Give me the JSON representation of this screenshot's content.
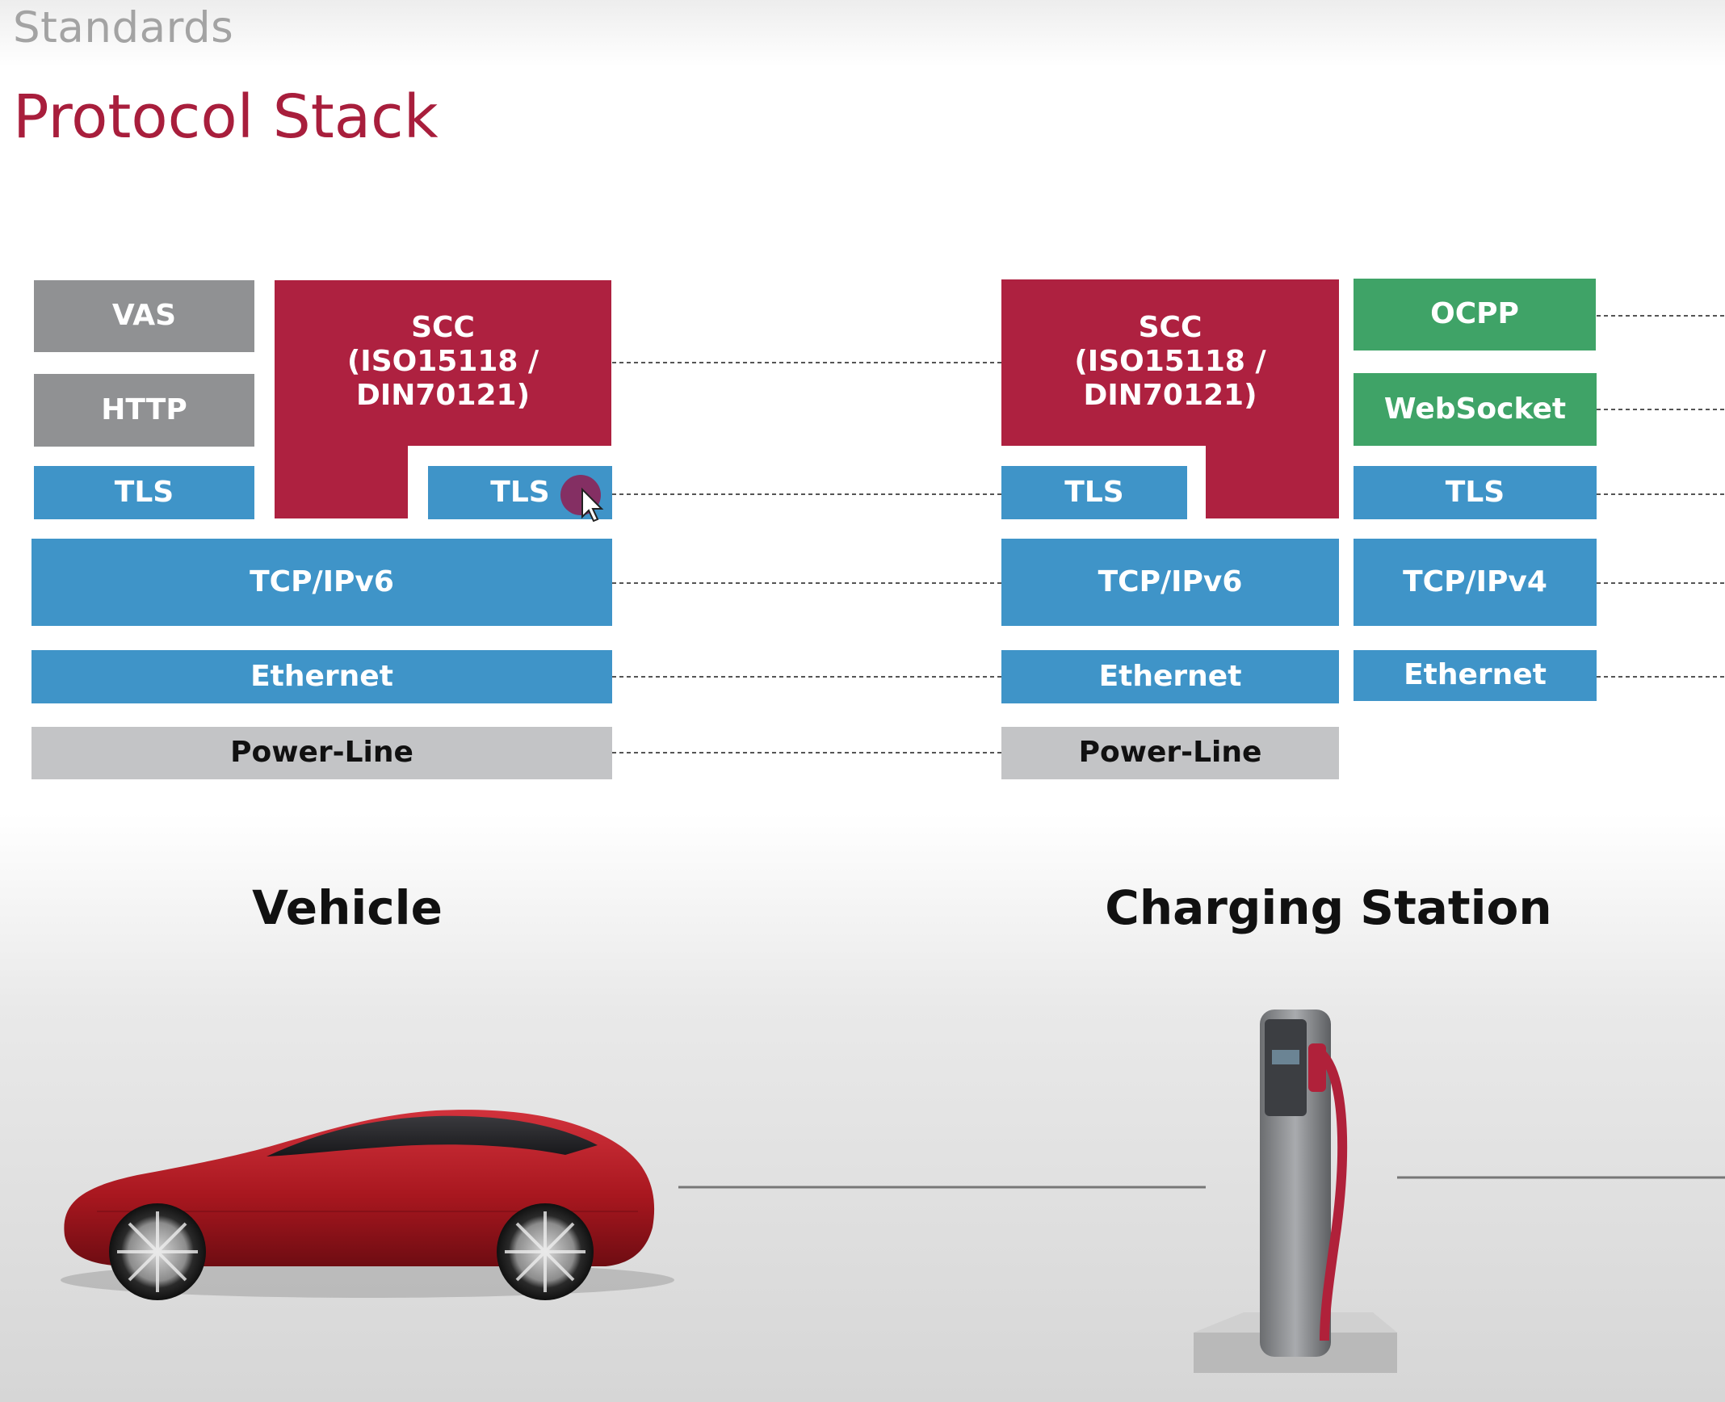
{
  "header": {
    "section": "Standards",
    "title": "Protocol Stack"
  },
  "vehicle": {
    "caption": "Vehicle",
    "vas": "VAS",
    "http": "HTTP",
    "tls_left": "TLS",
    "scc": [
      "SCC",
      "(ISO15118 /",
      "DIN70121)"
    ],
    "tls_scc": "TLS",
    "tcp": "TCP/IPv6",
    "ethernet": "Ethernet",
    "powerline": "Power-Line"
  },
  "station": {
    "caption": "Charging Station",
    "scc": [
      "SCC",
      "(ISO15118 /",
      "DIN70121)"
    ],
    "tls_scc": "TLS",
    "tcp": "TCP/IPv6",
    "ethernet": "Ethernet",
    "powerline": "Power-Line",
    "ocpp": "OCPP",
    "websocket": "WebSocket",
    "tls_ocpp": "TLS",
    "tcp_ocpp": "TCP/IPv4",
    "ethernet_ocpp": "Ethernet"
  },
  "colors": {
    "title": "#a81e3c",
    "scc": "#ae2140",
    "blue": "#3f94c8",
    "green": "#3fa367",
    "gray": "#909193",
    "light": "#c3c4c6"
  },
  "icons": {
    "vehicle": "red-car-icon",
    "station": "charging-station-icon",
    "cursor": "mouse-pointer-icon"
  }
}
